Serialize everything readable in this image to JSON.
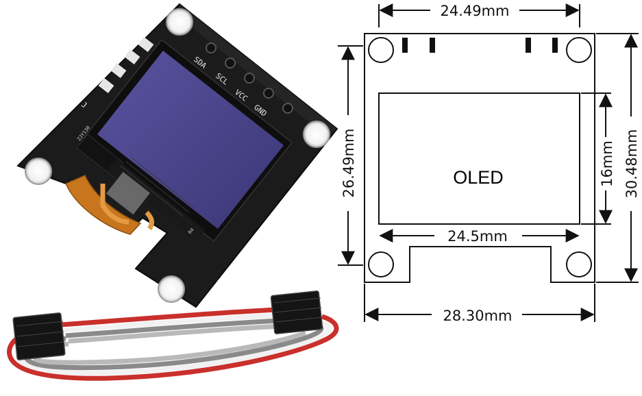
{
  "photo": {
    "pin_labels": [
      "SDA",
      "SCL",
      "VCC",
      "GND"
    ],
    "silkscreen_left": "J",
    "flex_code": "ZJY130",
    "flex_tail_code": "R4"
  },
  "drawing": {
    "oled_label": "OLED",
    "dimensions": {
      "top_width": "24.49mm",
      "left_height": "26.49mm",
      "display_width": "24.5mm",
      "display_height": "16mm",
      "right_height": "30.48mm",
      "bottom_width": "28.30mm"
    }
  },
  "colors": {
    "pcb": "#1b1b1b",
    "display_glass": "#4a4487",
    "flex_cable": "#c8761e",
    "wire_red": "#c9302c",
    "wire_grey": "#b9b9b9",
    "outline": "#111111"
  }
}
